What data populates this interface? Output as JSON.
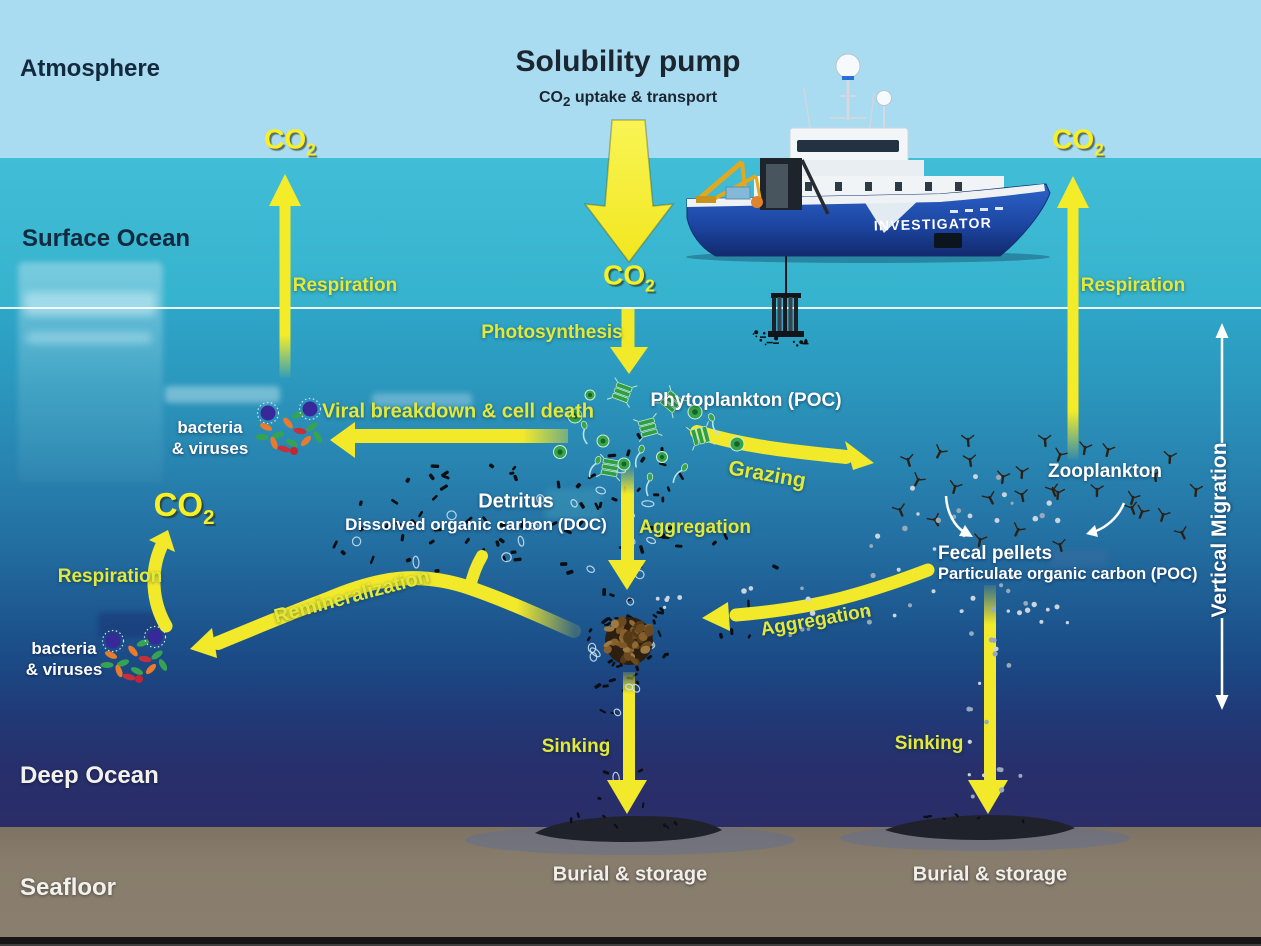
{
  "diagram_title": {
    "main": "Solubility pump",
    "subtitle_pre": "CO",
    "subtitle_sub": "2",
    "subtitle_post": " uptake & transport"
  },
  "zones": {
    "atmosphere": "Atmosphere",
    "surface_ocean": "Surface Ocean",
    "deep_ocean": "Deep Ocean",
    "seafloor": "Seafloor"
  },
  "labels": {
    "co2": {
      "base": "CO",
      "sub": "2"
    },
    "respiration": "Respiration",
    "photosynthesis": "Photosynthesis",
    "viral_breakdown": "Viral breakdown & cell death",
    "phytoplankton": "Phytoplankton (POC)",
    "grazing": "Grazing",
    "zooplankton": "Zooplankton",
    "detritus": "Detritus",
    "dissolved_organic_carbon": "Dissolved organic carbon (DOC)",
    "aggregation": "Aggregation",
    "remineralization": "Remineralization",
    "fecal_pellets": "Fecal pellets",
    "particulate_organic_carbon": "Particulate organic carbon (POC)",
    "bacteria": "bacteria",
    "viruses": "& viruses",
    "vertical_migration": "Vertical Migration",
    "sinking": "Sinking",
    "burial_storage": "Burial & storage"
  },
  "ship": {
    "name": "INVESTIGATOR"
  },
  "colors": {
    "arrow_yellow": "#f2e92b",
    "label_yellow": "#e3e93c",
    "co2_yellow": "#f8ef25",
    "atmosphere": "#a9dbf1",
    "surface_ocean": "#38b5cf",
    "deep_ocean": "#2a2d68",
    "seafloor": "#847867",
    "hull_blue": "#2156b8"
  }
}
